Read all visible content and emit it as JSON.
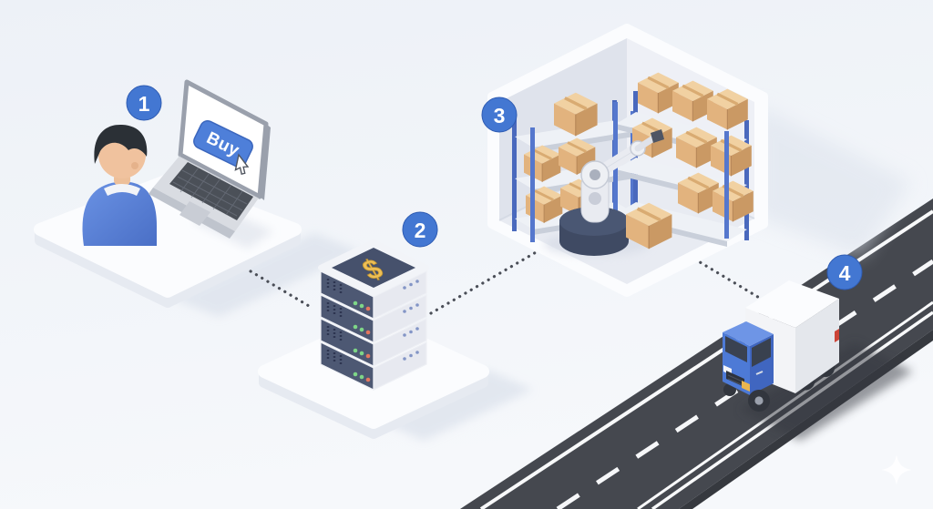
{
  "steps": [
    {
      "number": "1",
      "icon": "person-buying-on-laptop-icon"
    },
    {
      "number": "2",
      "icon": "payment-server-stack-icon"
    },
    {
      "number": "3",
      "icon": "warehouse-robot-arm-icon"
    },
    {
      "number": "4",
      "icon": "delivery-truck-icon"
    }
  ],
  "laptop": {
    "buy_button_label": "Buy"
  },
  "server": {
    "dollar_symbol": "$"
  },
  "colors": {
    "badge_accent": "#4377d2",
    "buy_button": "#4e7fd9",
    "road": "#45484f",
    "box_tan": "#e2b37e",
    "rack_post": "#5577cd",
    "truck_cab": "#4d7ad6",
    "shirt_blue": "#5c87e0",
    "dollar_gold": "#eebf55",
    "background": "#f0f3f8"
  }
}
